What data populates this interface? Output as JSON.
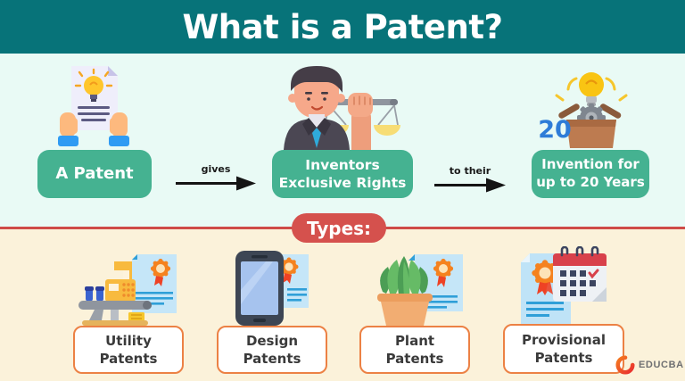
{
  "header": {
    "title": "What is a Patent?"
  },
  "flow": {
    "steps": [
      {
        "icon": "patent-document-icon",
        "label_lines": [
          "A Patent"
        ]
      },
      {
        "icon": "inventor-scales-icon",
        "label_lines": [
          "Inventors",
          "Exclusive Rights"
        ]
      },
      {
        "icon": "invention-box-icon",
        "label_lines": [
          "Invention for",
          "up to 20 Years"
        ]
      }
    ],
    "connectors": [
      {
        "label": "gives"
      },
      {
        "label": "to their"
      }
    ],
    "years_number": "20"
  },
  "types": {
    "heading": "Types:",
    "items": [
      {
        "icon": "utility-machine-icon",
        "label_lines": [
          "Utility",
          "Patents"
        ]
      },
      {
        "icon": "design-phone-icon",
        "label_lines": [
          "Design",
          "Patents"
        ]
      },
      {
        "icon": "plant-pot-icon",
        "label_lines": [
          "Plant",
          "Patents"
        ]
      },
      {
        "icon": "provisional-calendar-icon",
        "label_lines": [
          "Provisional",
          "Patents"
        ]
      }
    ]
  },
  "branding": {
    "logo_text": "EDUCBA"
  },
  "colors": {
    "header_bg": "#077379",
    "flow_bg": "#e9faf5",
    "types_bg": "#fbf2da",
    "button_green": "#45b291",
    "accent_red": "#d5514d",
    "divider_red": "#cf4b47",
    "label_border_orange": "#ec8144",
    "years_blue": "#2e7cd8"
  }
}
